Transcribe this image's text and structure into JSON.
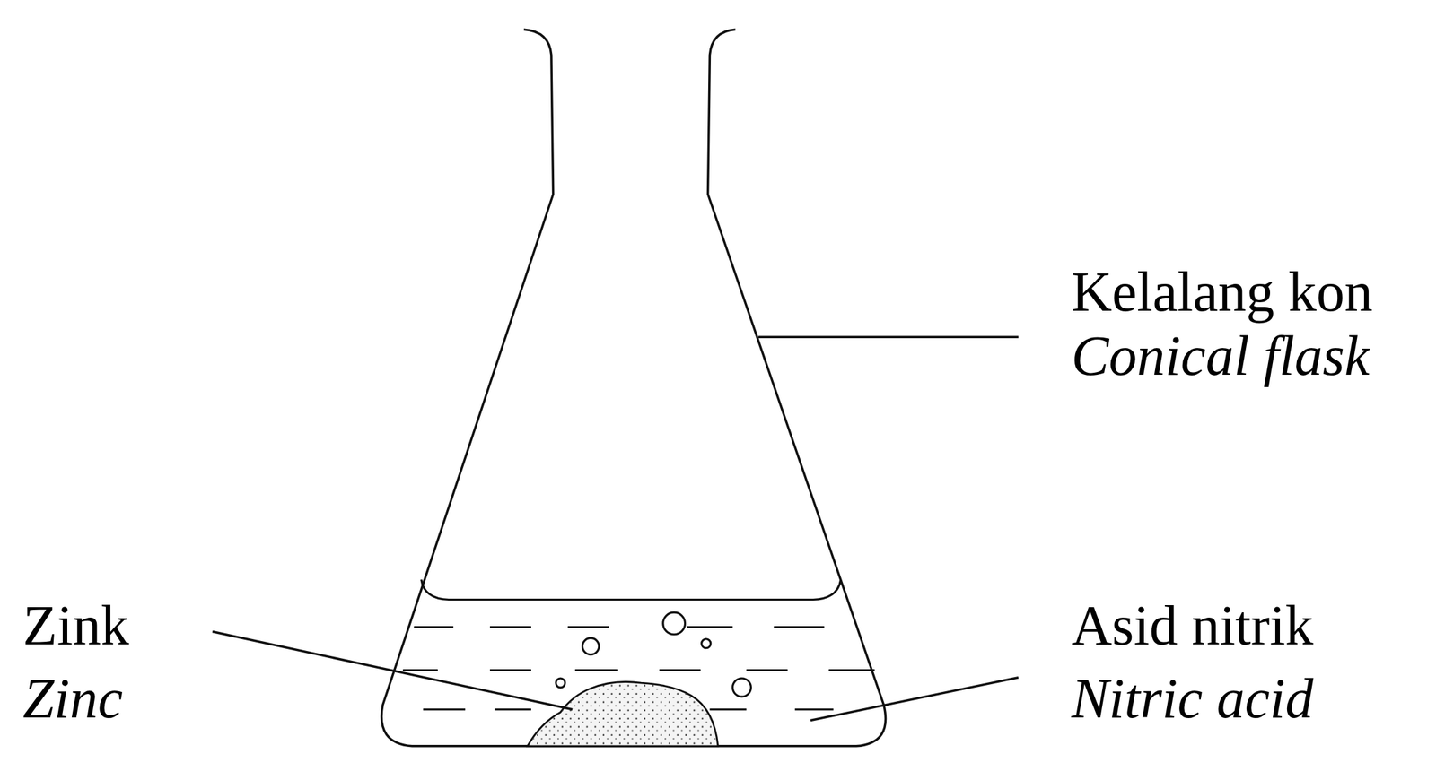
{
  "diagram": {
    "labels": [
      "Kelalang kon",
      "Conical flask",
      "Zink",
      "Zinc",
      "Asid nitrik",
      "Nitric acid"
    ]
  }
}
